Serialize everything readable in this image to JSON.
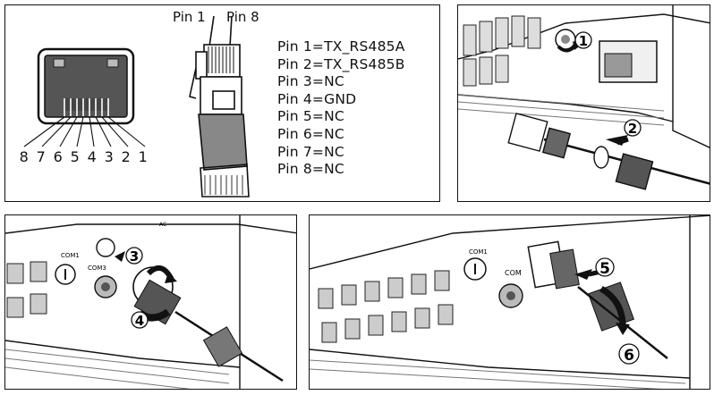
{
  "pinout": {
    "top_labels": [
      "Pin 1",
      "Pin 8"
    ],
    "socket_numbers": [
      "8",
      "7",
      "6",
      "5",
      "4",
      "3",
      "2",
      "1"
    ],
    "pins": [
      "Pin 1=TX_RS485A",
      "Pin 2=TX_RS485B",
      "Pin 3=NC",
      "Pin 4=GND",
      "Pin 5=NC",
      "Pin 6=NC",
      "Pin 7=NC",
      "Pin 8=NC"
    ]
  },
  "steps": {
    "panel2": [
      "1",
      "2"
    ],
    "panel3": [
      "3",
      "4"
    ],
    "panel4": [
      "5",
      "6"
    ]
  },
  "device_labels": {
    "com1": "COM1",
    "com3": "COM3",
    "com": "COM",
    "ac": "AC"
  }
}
